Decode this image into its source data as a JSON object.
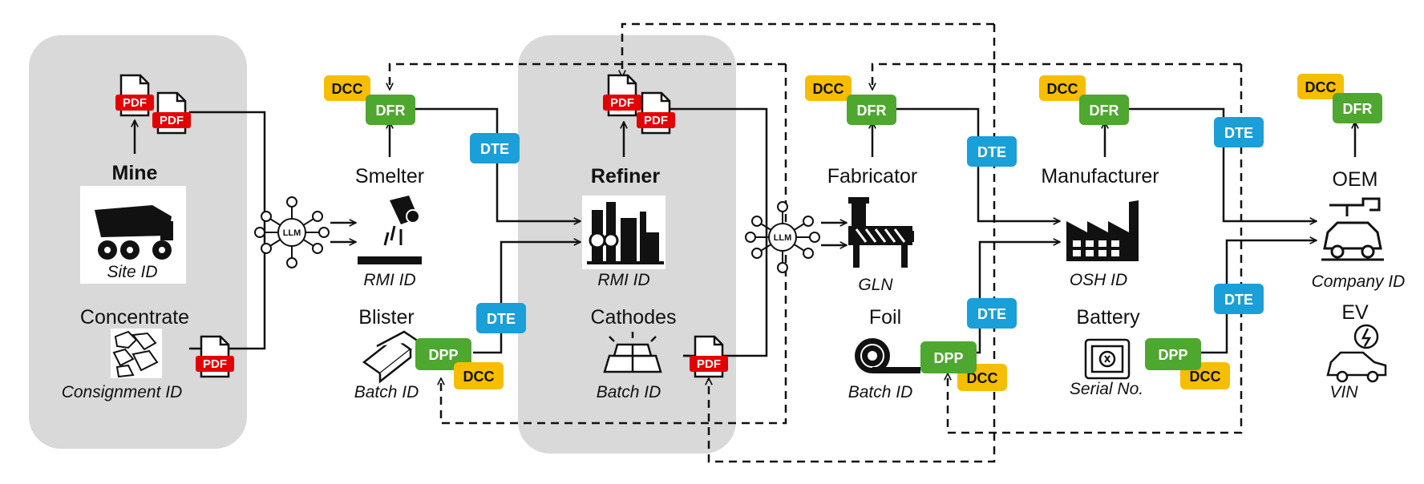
{
  "colors": {
    "dcc": "#F7BE00",
    "dfr": "#4EA72E",
    "dpp": "#4EA72E",
    "dte": "#1A9FD8",
    "pdf": "#E50000",
    "panel": "#D9D9D9"
  },
  "tags": {
    "dcc": "DCC",
    "dfr": "DFR",
    "dpp": "DPP",
    "dte": "DTE",
    "pdf": "PDF",
    "llm": "LLM"
  },
  "actors": {
    "mine": {
      "label": "Mine",
      "id": "Site ID",
      "icon": "mining-truck-icon"
    },
    "concentrate": {
      "label": "Concentrate",
      "id": "Consignment ID",
      "icon": "ore-rocks-icon"
    },
    "smelter": {
      "label": "Smelter",
      "id": "RMI ID",
      "icon": "smelter-ladle-icon"
    },
    "blister": {
      "label": "Blister",
      "id": "Batch ID",
      "icon": "metal-bars-icon"
    },
    "refiner": {
      "label": "Refiner",
      "id": "RMI ID",
      "icon": "refinery-plant-icon"
    },
    "cathodes": {
      "label": "Cathodes",
      "id": "Batch ID",
      "icon": "cathode-bars-icon"
    },
    "fabricator": {
      "label": "Fabricator",
      "id": "GLN",
      "icon": "extruder-machine-icon"
    },
    "foil": {
      "label": "Foil",
      "id": "Batch ID",
      "icon": "foil-roll-icon"
    },
    "manufacturer": {
      "label": "Manufacturer",
      "id": "OSH ID",
      "icon": "factory-icon"
    },
    "battery": {
      "label": "Battery",
      "id": "Serial No.",
      "icon": "battery-cell-icon"
    },
    "oem": {
      "label": "OEM",
      "id": "Company ID",
      "icon": "car-assembly-icon"
    },
    "ev": {
      "label": "EV",
      "id": "VIN",
      "icon": "electric-car-icon"
    }
  }
}
